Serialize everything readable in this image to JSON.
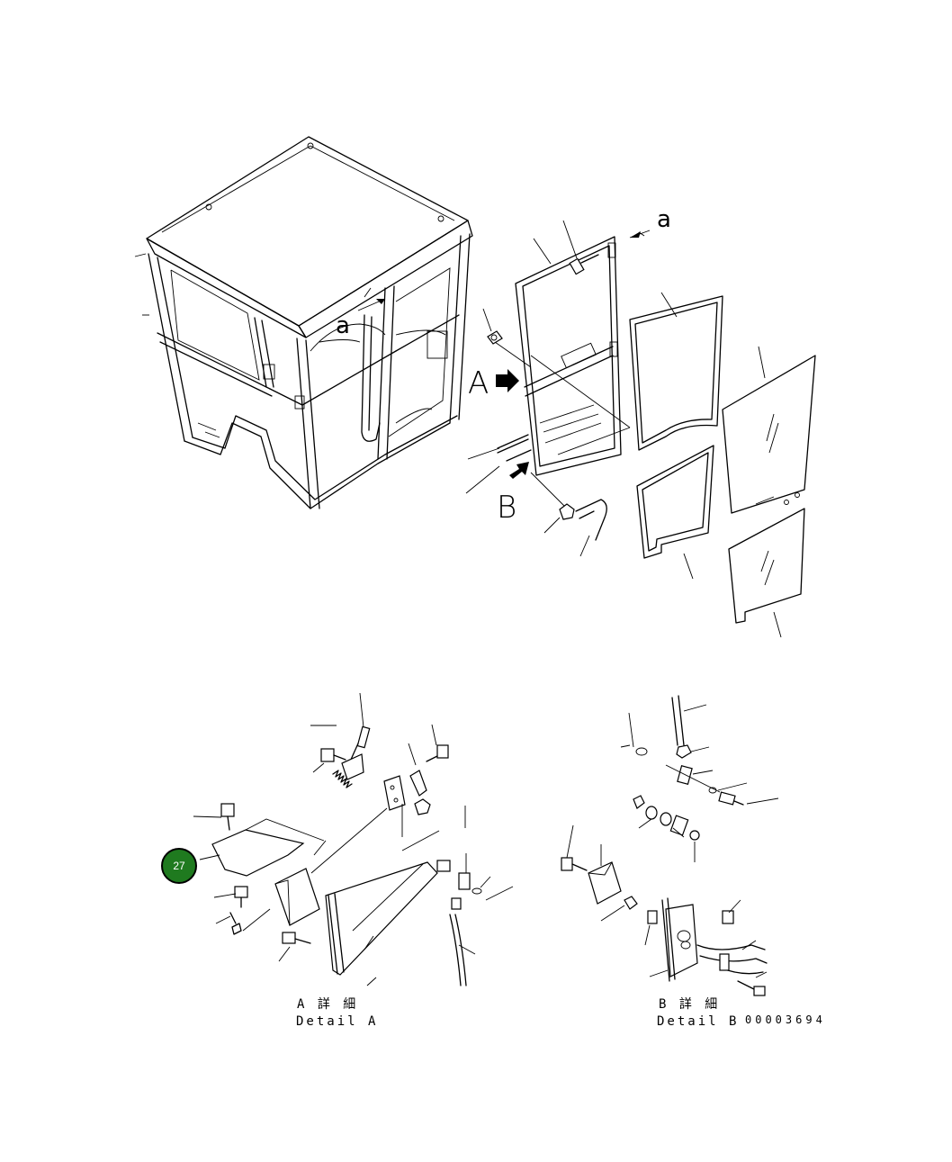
{
  "labels": {
    "view_a": "A",
    "view_b": "B",
    "ref_a_main": "a",
    "ref_a_cab": "a"
  },
  "captions": {
    "detail_a_jp": "A 詳 細",
    "detail_a_en": "Detail A",
    "detail_b_jp": "B 詳 細",
    "detail_b_en": "Detail B"
  },
  "drawing_code": "00003694",
  "callout": {
    "number": "27",
    "color": "#1f7a1f",
    "border_color": "#000000"
  }
}
